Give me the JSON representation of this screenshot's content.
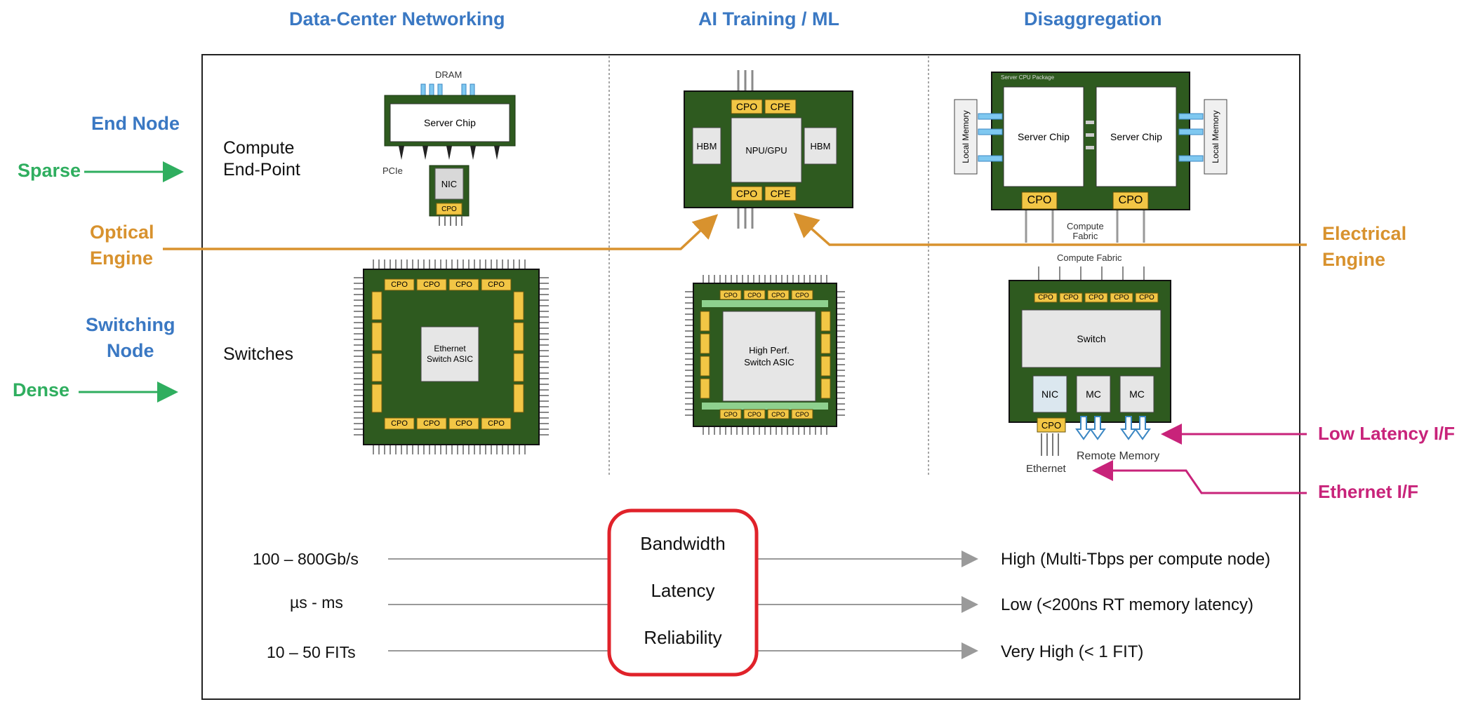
{
  "columns": {
    "data_center": "Data-Center Networking",
    "ai_training": "AI Training / ML",
    "disaggregation": "Disaggregation"
  },
  "side_labels": {
    "end_node": "End Node",
    "sparse": "Sparse",
    "optical_engine_1": "Optical",
    "optical_engine_2": "Engine",
    "switching_node_1": "Switching",
    "switching_node_2": "Node",
    "dense": "Dense",
    "electrical_engine_1": "Electrical",
    "electrical_engine_2": "Engine",
    "low_latency": "Low Latency I/F",
    "ethernet_if": "Ethernet I/F"
  },
  "row_labels": {
    "compute_1": "Compute",
    "compute_2": "End-Point",
    "switches": "Switches"
  },
  "chips": {
    "dram": "DRAM",
    "server_chip": "Server Chip",
    "pcie": "PCIe",
    "nic": "NIC",
    "cpo": "CPO",
    "cpe": "CPE",
    "hbm": "HBM",
    "npu_gpu": "NPU/GPU",
    "server_cpu_package": "Server CPU Package",
    "local_memory": "Local Memory",
    "compute_fabric_1": "Compute",
    "compute_fabric_2": "Fabric",
    "compute_fabric": "Compute Fabric",
    "ethernet_switch_1": "Ethernet",
    "ethernet_switch_2": "Switch ASIC",
    "high_perf_1": "High Perf.",
    "high_perf_2": "Switch ASIC",
    "switch": "Switch",
    "mc": "MC",
    "remote_memory": "Remote Memory",
    "ethernet": "Ethernet"
  },
  "metrics": [
    {
      "left": "100 – 800Gb/s",
      "name": "Bandwidth",
      "right": "High (Multi-Tbps per compute node)"
    },
    {
      "left": "µs - ms",
      "name": "Latency",
      "right": "Low (<200ns RT memory latency)"
    },
    {
      "left": "10 – 50 FITs",
      "name": "Reliability",
      "right": "Very High (< 1 FIT)"
    }
  ],
  "colors": {
    "blue": "#3a78c3",
    "green": "#2fae5f",
    "orange": "#d8922e",
    "magenta": "#c8237a",
    "board": "#2e5a1f",
    "cpo": "#f2c645",
    "highlight_box": "#e0222a"
  }
}
